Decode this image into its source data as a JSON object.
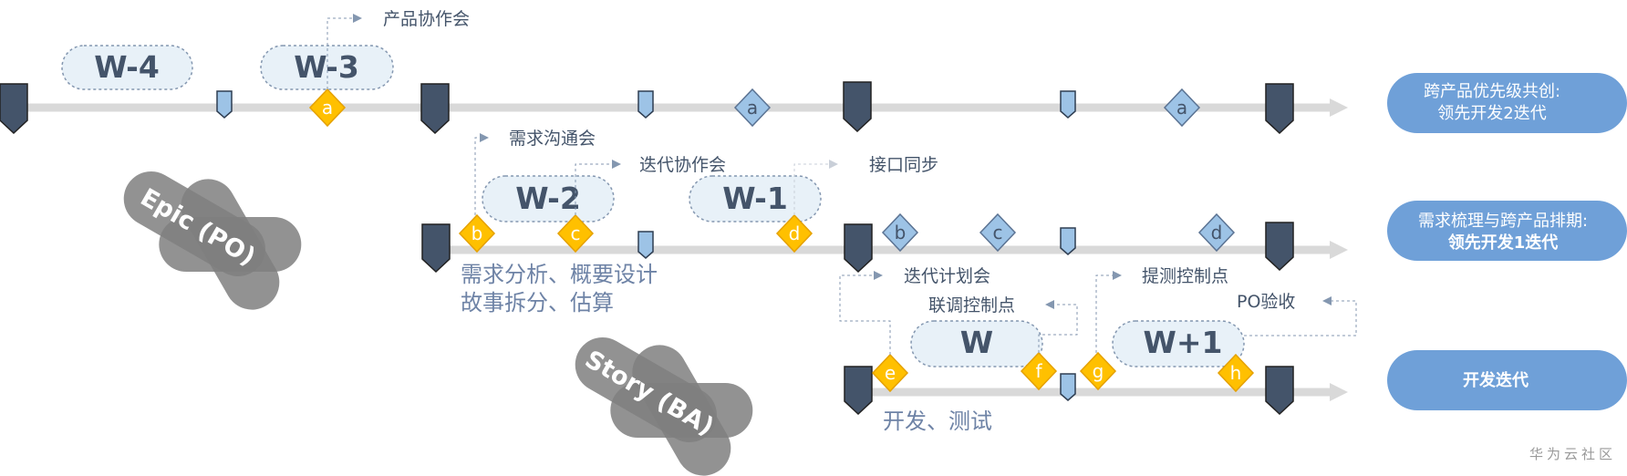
{
  "colors": {
    "track": "#d9d9d9",
    "big_marker": "#44546a",
    "small_marker": "#9dc3e6",
    "orange_diamond": "#ffc000",
    "blue_diamond": "#9dc3e6",
    "pill_fill": "#e8f1f8",
    "side_box": "#6fa0d8",
    "label": "#44546a",
    "blue_text": "#6e83a6",
    "role_shape": "#7f7f7f"
  },
  "weeks": {
    "w4": "W-4",
    "w3": "W-3",
    "w2": "W-2",
    "w1": "W-1",
    "w0": "W",
    "wp1": "W+1"
  },
  "milestones": {
    "a": "a",
    "b": "b",
    "c": "c",
    "d": "d",
    "e": "e",
    "f": "f",
    "g": "g",
    "h": "h"
  },
  "callouts": {
    "product_collab": "产品协作会",
    "req_comm": "需求沟通会",
    "iter_collab": "迭代协作会",
    "interface_sync": "接口同步",
    "iter_plan": "迭代计划会",
    "joint_debug": "联调控制点",
    "test_control": "提测控制点",
    "po_accept": "PO验收"
  },
  "activities": {
    "analysis_line1": "需求分析、概要设计",
    "analysis_line2": "故事拆分、估算",
    "dev_test": "开发、测试"
  },
  "roles": {
    "epic": "Epic (PO)",
    "story": "Story (BA)"
  },
  "side_labels": {
    "row1_line1": "跨产品优先级共创:",
    "row1_line2": "领先开发2迭代",
    "row2_line1": "需求梳理与跨产品排期:",
    "row2_line2": "领先开发1迭代",
    "row3": "开发迭代"
  },
  "watermark": "华为云社区"
}
